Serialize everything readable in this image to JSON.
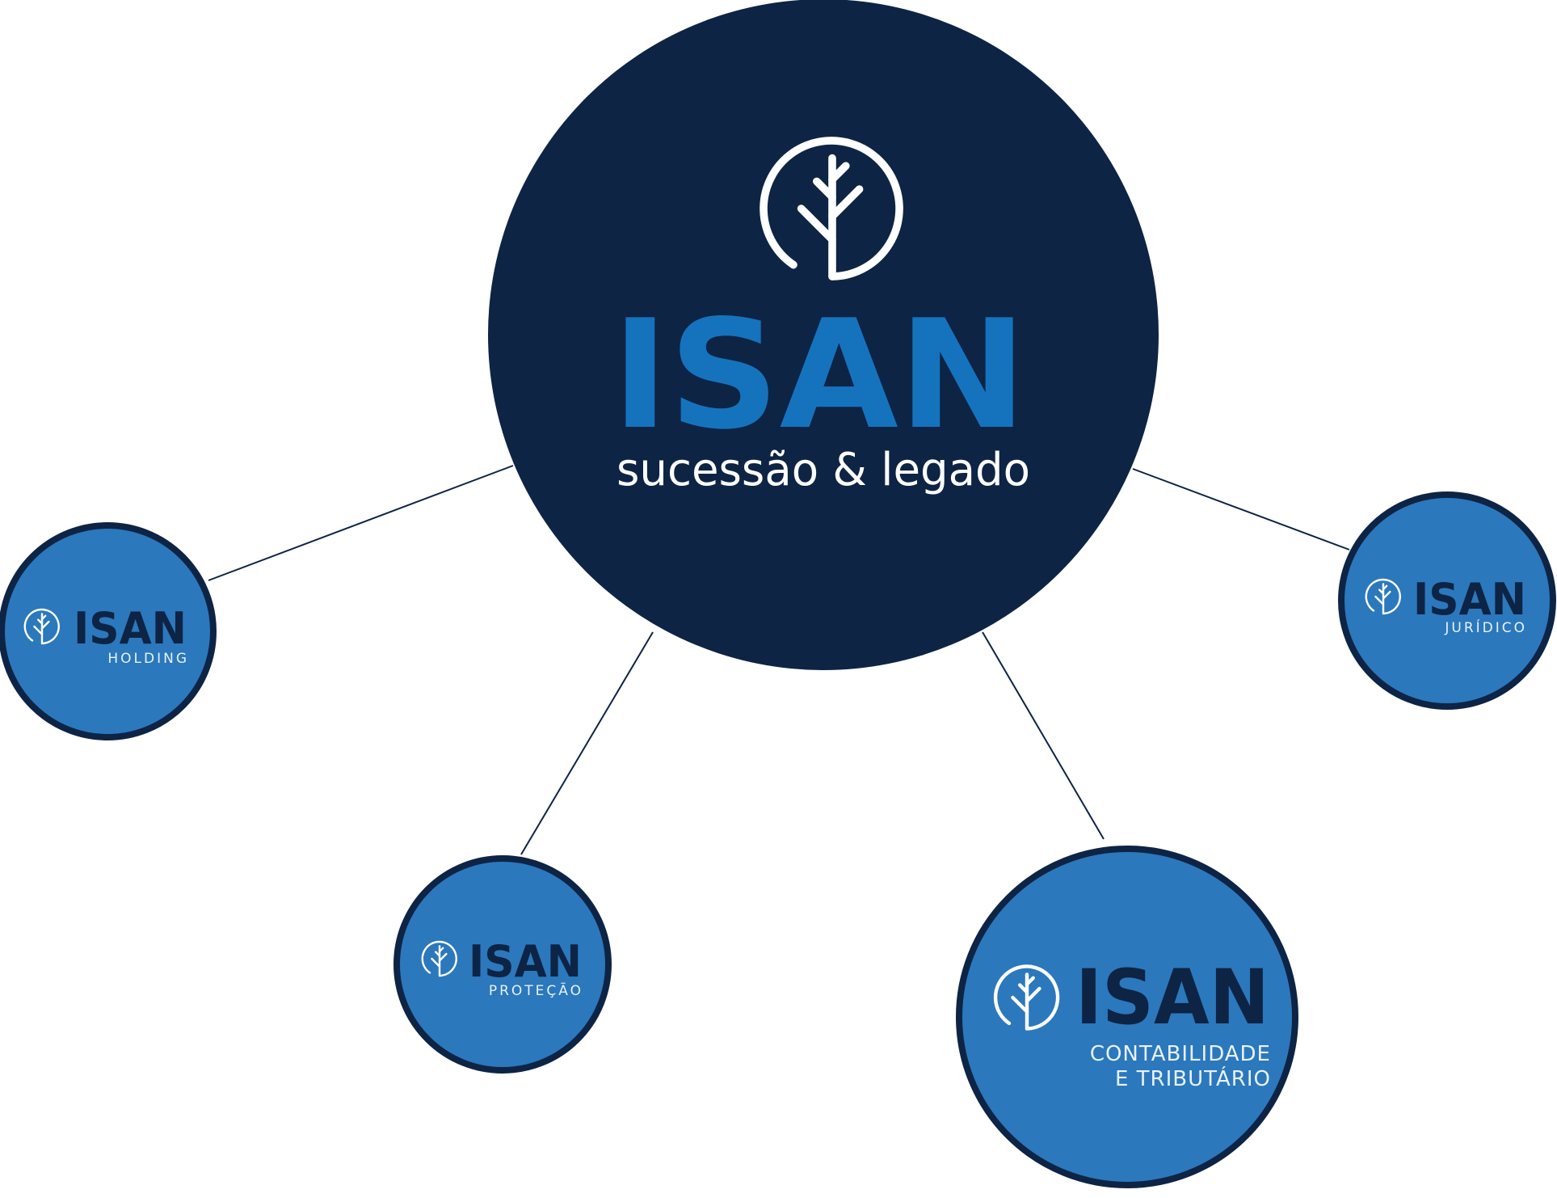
{
  "colors": {
    "navy": "#0e2445",
    "brand_blue": "#1573be",
    "circle_blue": "#2b78bd",
    "white": "#ffffff"
  },
  "main": {
    "wordmark": "ISAN",
    "tagline": "sucessão & legado",
    "icon": "tree-circle-icon"
  },
  "branches": [
    {
      "wordmark": "ISAN",
      "lines": [
        "HOLDING"
      ],
      "icon": "tree-circle-icon"
    },
    {
      "wordmark": "ISAN",
      "lines": [
        "PROTEÇÃO"
      ],
      "icon": "tree-circle-icon"
    },
    {
      "wordmark": "ISAN",
      "lines": [
        "CONTABILIDADE",
        "E TRIBUTÁRIO"
      ],
      "icon": "tree-circle-icon"
    },
    {
      "wordmark": "ISAN",
      "lines": [
        "JURÍDICO"
      ],
      "icon": "tree-circle-icon"
    }
  ]
}
